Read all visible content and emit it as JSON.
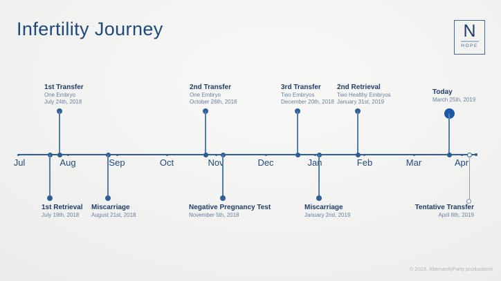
{
  "slide": {
    "title": "Infertility Journey",
    "footer": "© 2019. #bemardyParty productions"
  },
  "logo": {
    "letter": "N",
    "word": "HOPE"
  },
  "colors": {
    "title_navy": "#1d4a78",
    "event_title_navy": "#1e3d68",
    "event_subtext": "#66809f",
    "axis_blue": "#2e5d92",
    "today_dot_blue": "#1c58a4",
    "tentative_gray": "#8d9dae",
    "footer_gray": "#b4b4b3"
  },
  "timeline": {
    "months": [
      "Jul",
      "Aug",
      "Sep",
      "Oct",
      "Nov",
      "Dec",
      "Jan",
      "Feb",
      "Mar",
      "Apr"
    ],
    "events_above": [
      {
        "title": "1st Transfer",
        "detail": "One Embryo",
        "date": "July 24th, 2018"
      },
      {
        "title": "2nd Transfer",
        "detail": "One Embryo",
        "date": "October 26th, 2018"
      },
      {
        "title": "3rd Transfer",
        "detail": "Two Embryos",
        "date": "December 20th, 2018"
      },
      {
        "title": "2nd Retrieval",
        "detail": "Two Healthy Embryos",
        "date": "January 31st, 2019"
      },
      {
        "title": "Today",
        "date": "March 25th, 2019"
      }
    ],
    "events_below": [
      {
        "title": "1st Retrieval",
        "date": "July 19th, 2018"
      },
      {
        "title": "Miscarriage",
        "date": "August 21st, 2018"
      },
      {
        "title": "Negative Pregnancy Test",
        "date": "November 5th, 2018"
      },
      {
        "title": "Miscarriage",
        "date": "January 2nd, 2019"
      },
      {
        "title": "Tentative Transfer",
        "date": "April 8th, 2019"
      }
    ]
  }
}
